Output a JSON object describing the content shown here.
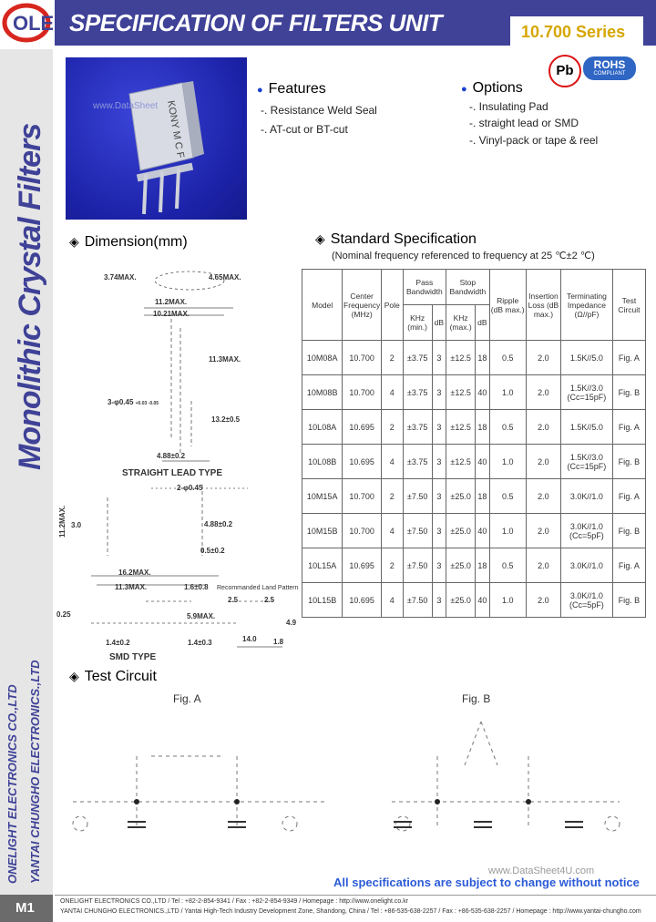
{
  "header": {
    "title": "SPECIFICATION OF FILTERS  UNIT",
    "series": "10.700  Series",
    "logo_text": "OLE",
    "logo_color": "#d7261e",
    "bar_color": "#3f4297"
  },
  "sidebar": {
    "title": "Monolithic Crystal Filters",
    "company_1": "ONELIGHT  ELECTRONICS CO.,LTD",
    "company_2": "YANTAI CHUNGHO ELECTRONICS.,LTD",
    "page_id": "M1"
  },
  "badges": {
    "pb": "Pb",
    "rohs": "ROHS",
    "rohs_sub": "COMPLIANT"
  },
  "product_image": {
    "marking": "KONY  M C F",
    "watermark": "www.DataSheet"
  },
  "features": {
    "heading": "Features",
    "items": [
      "-. Resistance Weld Seal",
      "-. AT-cut or BT-cut"
    ]
  },
  "options": {
    "heading": "Options",
    "items": [
      "-. Insulating Pad",
      "-. straight lead or SMD",
      "-. Vinyl-pack or tape & reel"
    ]
  },
  "dimension": {
    "heading": "Dimension(mm)",
    "labels": {
      "d1": "3.74MAX.",
      "d2": "4.65MAX.",
      "d3": "11.2MAX.",
      "d4": "10.21MAX.",
      "d5": "11.3MAX.",
      "d6": "3-φ0.45",
      "d6_tol": "+0.03 -0.05",
      "d7": "13.2±0.5",
      "d8": "4.88±0.2",
      "straight": "STRAIGHT LEAD TYPE",
      "s1": "2-φ0.45",
      "s2": "11.2MAX.",
      "s3": "3.0",
      "s4": "4.88±0.2",
      "s5": "0.5±0.2",
      "s6": "16.2MAX.",
      "s7": "11.3MAX.",
      "s8": "1.6±0.8",
      "s9": "Recommanded Land Pattern",
      "s10": "2.5",
      "s11": "2.5",
      "s12": "5.9MAX.",
      "s13": "4.9",
      "s14": "0.25",
      "s15": "1.4±0.2",
      "s16": "1.4±0.3",
      "s17": "14.0",
      "s18": "1.8",
      "smd": "SMD TYPE"
    }
  },
  "standard": {
    "heading": "Standard Specification",
    "subheading": "(Nominal frequency referenced to frequency at 25 ℃±2 ℃)",
    "columns": {
      "model": "Model",
      "center": "Center Frequency (MHz)",
      "pole": "Pole",
      "pass": "Pass Bandwidth",
      "stop": "Stop Bandwidth",
      "pass_khz": "KHz (min.)",
      "pass_db": "dB",
      "stop_khz": "KHz (max.)",
      "stop_db": "dB",
      "ripple": "Ripple (dB max.)",
      "insertion": "Insertion Loss (dB max.)",
      "term": "Terminating Impedance (Ω//pF)",
      "test": "Test Circuit"
    },
    "rows": [
      [
        "10M08A",
        "10.700",
        "2",
        "±3.75",
        "3",
        "±12.5",
        "18",
        "0.5",
        "2.0",
        "1.5K//5.0",
        "Fig. A"
      ],
      [
        "10M08B",
        "10.700",
        "4",
        "±3.75",
        "3",
        "±12.5",
        "40",
        "1.0",
        "2.0",
        "1.5K//3.0 (Cc=15pF)",
        "Fig. B"
      ],
      [
        "10L08A",
        "10.695",
        "2",
        "±3.75",
        "3",
        "±12.5",
        "18",
        "0.5",
        "2.0",
        "1.5K//5.0",
        "Fig. A"
      ],
      [
        "10L08B",
        "10.695",
        "4",
        "±3.75",
        "3",
        "±12.5",
        "40",
        "1.0",
        "2.0",
        "1.5K//3.0 (Cc=15pF)",
        "Fig. B"
      ],
      [
        "10M15A",
        "10.700",
        "2",
        "±7.50",
        "3",
        "±25.0",
        "18",
        "0.5",
        "2.0",
        "3.0K//1.0",
        "Fig. A"
      ],
      [
        "10M15B",
        "10.700",
        "4",
        "±7.50",
        "3",
        "±25.0",
        "40",
        "1.0",
        "2.0",
        "3.0K//1.0 (Cc=5pF)",
        "Fig. B"
      ],
      [
        "10L15A",
        "10.695",
        "2",
        "±7.50",
        "3",
        "±25.0",
        "18",
        "0.5",
        "2.0",
        "3.0K//1.0",
        "Fig. A"
      ],
      [
        "10L15B",
        "10.695",
        "4",
        "±7.50",
        "3",
        "±25.0",
        "40",
        "1.0",
        "2.0",
        "3.0K//1.0 (Cc=5pF)",
        "Fig. B"
      ]
    ]
  },
  "test_circuit": {
    "heading": "Test Circuit",
    "fig_a": "Fig. A",
    "fig_b": "Fig. B"
  },
  "footer": {
    "notice": "All specifications are subject to change without notice",
    "line1": "ONELIGHT  ELECTRONICS CO.,LTD / Tel : +82-2-854-9341 / Fax : +82-2-854-9349 / Homepage : http://www.onelight.co.kr",
    "line2": "YANTAI  CHUNGHO  ELECTRONICS.,LTD / Yantai High-Tech Industry Development Zone, Shandong, China / Tel : +86-535-638-2257 / Fax : +86-535-638-2257 / Homepage : http://www.yantai-chungho.com",
    "watermark": "www.DataSheet4U.com"
  }
}
